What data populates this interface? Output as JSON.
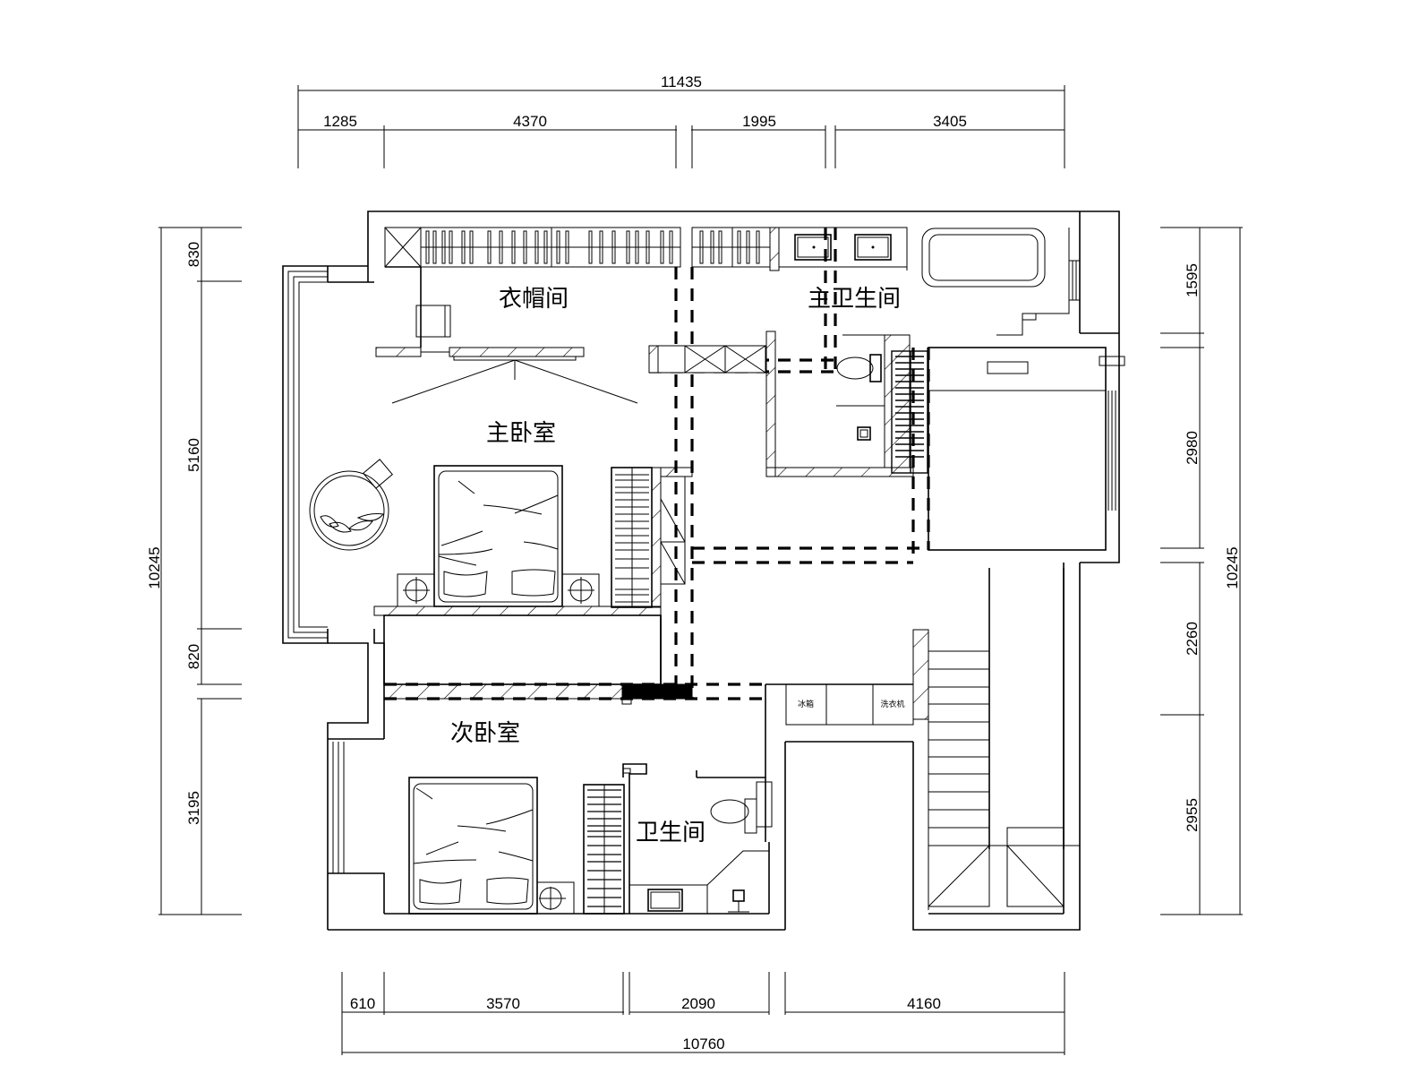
{
  "drawing": {
    "title": "Floor plan",
    "background": "#ffffff",
    "line_color": "#000000"
  },
  "dimensions": {
    "top": {
      "total": "11435",
      "segments": [
        "1285",
        "4370",
        "1995",
        "3405"
      ]
    },
    "bottom": {
      "total": "10760",
      "segments": [
        "610",
        "3570",
        "2090",
        "4160"
      ]
    },
    "left": {
      "total": "10245",
      "segments": [
        "830",
        "5160",
        "820",
        "3195"
      ]
    },
    "right": {
      "total": "10245",
      "segments": [
        "1595",
        "2980",
        "2260",
        "2955"
      ]
    }
  },
  "rooms": {
    "cloakroom": "衣帽间",
    "master_bathroom": "主卫生间",
    "master_bedroom": "主卧室",
    "second_bedroom": "次卧室",
    "bathroom": "卫生间"
  },
  "appliances": {
    "fridge": "冰箱",
    "washer": "洗衣机"
  }
}
